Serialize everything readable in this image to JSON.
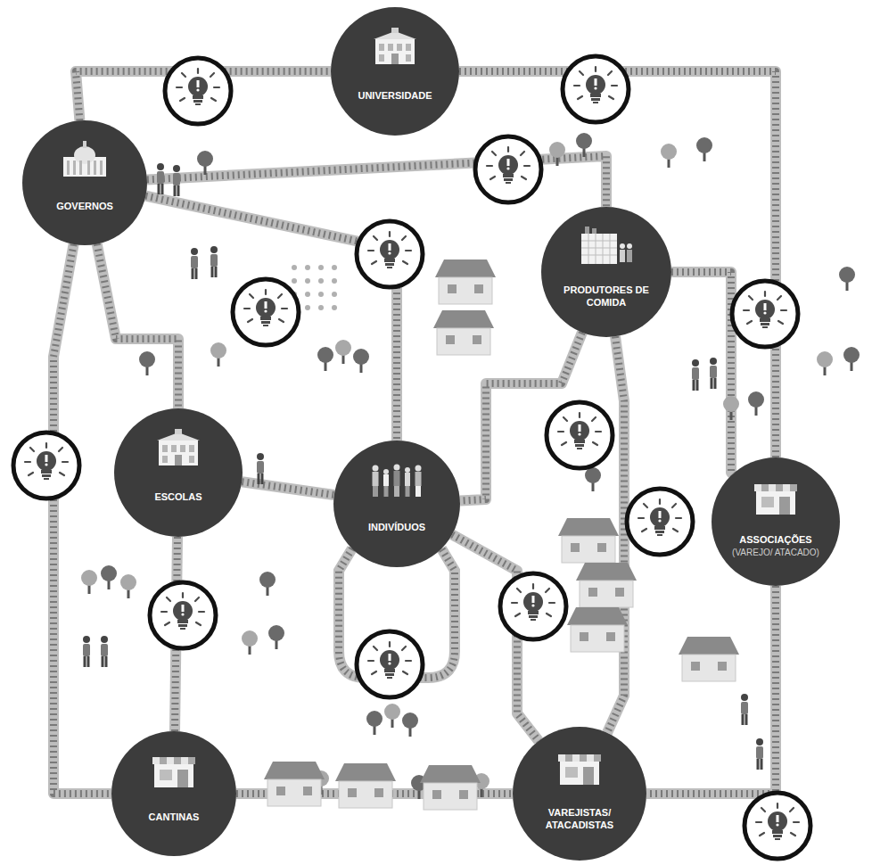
{
  "diagram": {
    "nodes": [
      {
        "text": [
          "UNIVERSIDADE"
        ]
      },
      {
        "text": [
          "GOVERNOS"
        ]
      },
      {
        "text": [
          "PRODUTORES DE COMIDA"
        ]
      },
      {
        "text": [
          "ESCOLAS"
        ]
      },
      {
        "text": [
          "INDIVÍDUOS"
        ]
      },
      {
        "text": [
          "ASSOCIAÇÕES",
          "(VAREJO/ ATACADO)"
        ]
      },
      {
        "text": [
          "CANTINAS"
        ]
      },
      {
        "text": [
          "VAREJISTAS/ ATACADISTAS"
        ]
      }
    ],
    "edges": [
      {
        "from": 1,
        "to": 0,
        "arrow": "none"
      },
      {
        "from": 0,
        "to": 5,
        "arrow": "none"
      },
      {
        "from": 1,
        "to": 2,
        "arrow": "none"
      },
      {
        "from": 1,
        "to": 3,
        "arrow": "none"
      },
      {
        "from": 1,
        "to": 4,
        "arrow": "none"
      },
      {
        "from": 1,
        "to": 6,
        "arrow": "none"
      },
      {
        "from": 2,
        "to": 4,
        "arrow": "none"
      },
      {
        "from": 2,
        "to": 5,
        "arrow": "none"
      },
      {
        "from": 2,
        "to": 7,
        "arrow": "none"
      },
      {
        "from": 3,
        "to": 4,
        "arrow": "none"
      },
      {
        "from": 3,
        "to": 6,
        "arrow": "none"
      },
      {
        "from": 4,
        "to": 7,
        "arrow": "none"
      },
      {
        "from": 6,
        "to": 7,
        "arrow": "none"
      },
      {
        "from": 5,
        "to": 7,
        "arrow": "none"
      }
    ]
  }
}
